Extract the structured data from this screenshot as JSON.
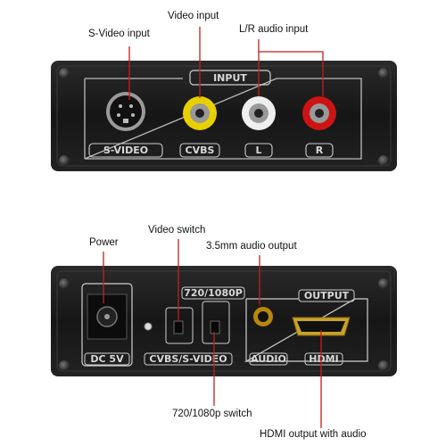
{
  "top_device": {
    "callouts": {
      "svideo": "S-Video input",
      "video": "Video input",
      "audio": "L/R audio input"
    },
    "panel": {
      "title": "INPUT",
      "labels": [
        "S-VIDEO",
        "CVBS",
        "L",
        "R"
      ]
    },
    "colors": {
      "body": "#1c1c1c",
      "yellow": "#e8d000",
      "white": "#eeeeee",
      "red": "#cc1414",
      "callout_line": "#c0201b"
    }
  },
  "bottom_device": {
    "callouts": {
      "power": "Power",
      "video_switch": "Video switch",
      "audio_out": "3.5mm audio output",
      "res_switch": "720/1080p switch",
      "hdmi": "HDMI output with audio"
    },
    "panel": {
      "dc": "DC 5V",
      "res_label": "720/1080P",
      "switch_label": "CVBS/S-VIDEO",
      "output": "OUTPUT",
      "audio": "AUDIO",
      "hdmi": "HDMI"
    }
  }
}
